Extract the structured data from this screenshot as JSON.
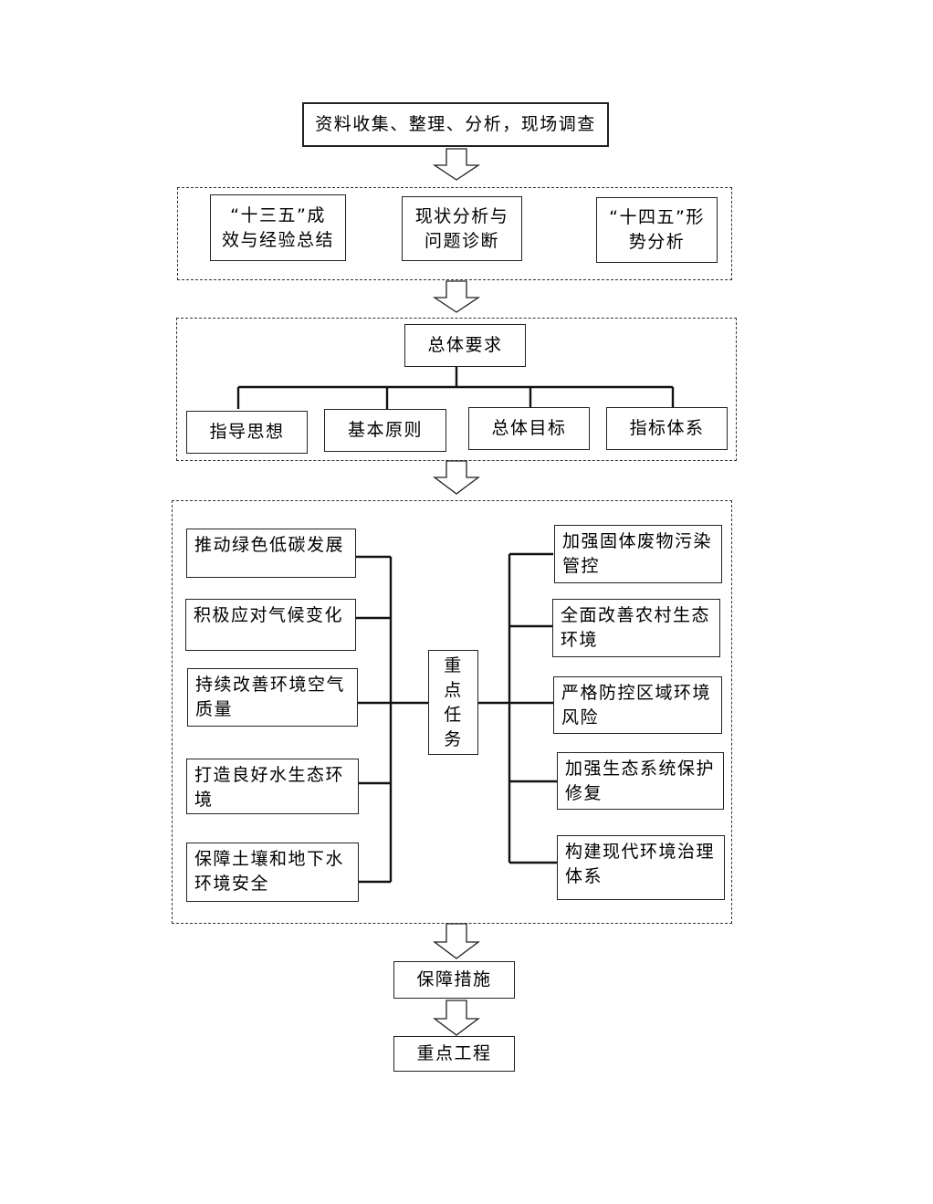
{
  "steps": {
    "step1": "资料收集、整理、分析，现场调查",
    "step2": [
      {
        "line1": "“十三五”成",
        "line2": "效与经验总结"
      },
      {
        "line1": "现状分析与",
        "line2": "问题诊断"
      },
      {
        "line1": "“十四五”形",
        "line2": "势分析"
      }
    ],
    "step3": {
      "header": "总体要求",
      "children": [
        "指导思想",
        "基本原则",
        "总体目标",
        "指标体系"
      ]
    },
    "step4": {
      "center": [
        "重",
        "点",
        "任",
        "务"
      ],
      "left": [
        {
          "line1": "推动绿色低碳发展",
          "line2": ""
        },
        {
          "line1": "积极应对气候变化",
          "line2": ""
        },
        {
          "line1": "持续改善环境空气",
          "line2": "质量"
        },
        {
          "line1": "打造良好水生态环",
          "line2": "境"
        },
        {
          "line1": "保障土壤和地下水",
          "line2": "环境安全"
        }
      ],
      "right": [
        {
          "line1": "加强固体废物污染",
          "line2": "管控"
        },
        {
          "line1": "全面改善农村生态",
          "line2": "环境"
        },
        {
          "line1": "严格防控区域环境",
          "line2": "风险"
        },
        {
          "line1": "加强生态系统保护",
          "line2": "修复"
        },
        {
          "line1": "构建现代环境治理",
          "line2": "体系"
        }
      ]
    },
    "step5": "保障措施",
    "step6": "重点工程"
  }
}
